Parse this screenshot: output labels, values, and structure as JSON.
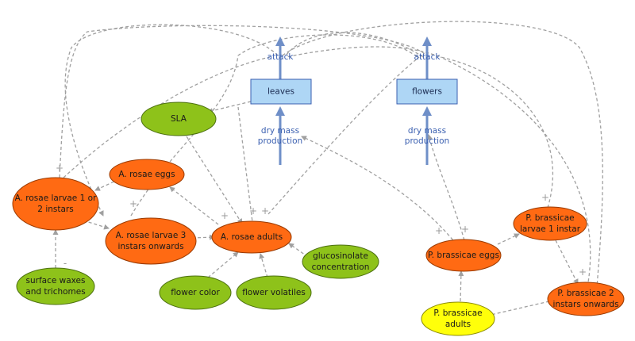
{
  "colors": {
    "orange_node": "#ff6a13",
    "green_node": "#8ec21a",
    "yellow_node": "#ffff0a",
    "stock_box": "#aed6f5",
    "flow_arrow": "#6f8fc8",
    "flow_text": "#3a5fb0",
    "link": "#a0a0a0"
  },
  "stocks": {
    "leaves": "leaves",
    "flowers": "flowers"
  },
  "flows": {
    "leaves_attack": "attack",
    "leaves_production": [
      "dry mass",
      "production"
    ],
    "flowers_attack": "attack",
    "flowers_production": [
      "dry mass",
      "production"
    ]
  },
  "nodes": {
    "sla": [
      "SLA"
    ],
    "a_rosae_eggs": [
      "A. rosae eggs"
    ],
    "a_rosae_larvae_1": [
      "A. rosae larvae 1 or",
      "2 instars"
    ],
    "a_rosae_larvae_3": [
      "A. rosae larvae 3",
      "instars onwards"
    ],
    "a_rosae_adults": [
      "A. rosae adults"
    ],
    "surface_waxes": [
      "surface waxes",
      "and trichomes"
    ],
    "flower_color": [
      "flower color"
    ],
    "flower_volatiles": [
      "flower volatiles"
    ],
    "glucosinolate": [
      "glucosinolate",
      "concentration"
    ],
    "p_brassicae_eggs": [
      "P. brassicae eggs"
    ],
    "p_brassicae_larvae_1": [
      "P. brassicae",
      "larvae 1 instar"
    ],
    "p_brassicae_larvae_2": [
      "P. brassicae 2",
      "instars onwards"
    ],
    "p_brassicae_adults": [
      "P. brassicae",
      "adults"
    ]
  },
  "signs": {
    "plus": "+",
    "minus": "-"
  }
}
